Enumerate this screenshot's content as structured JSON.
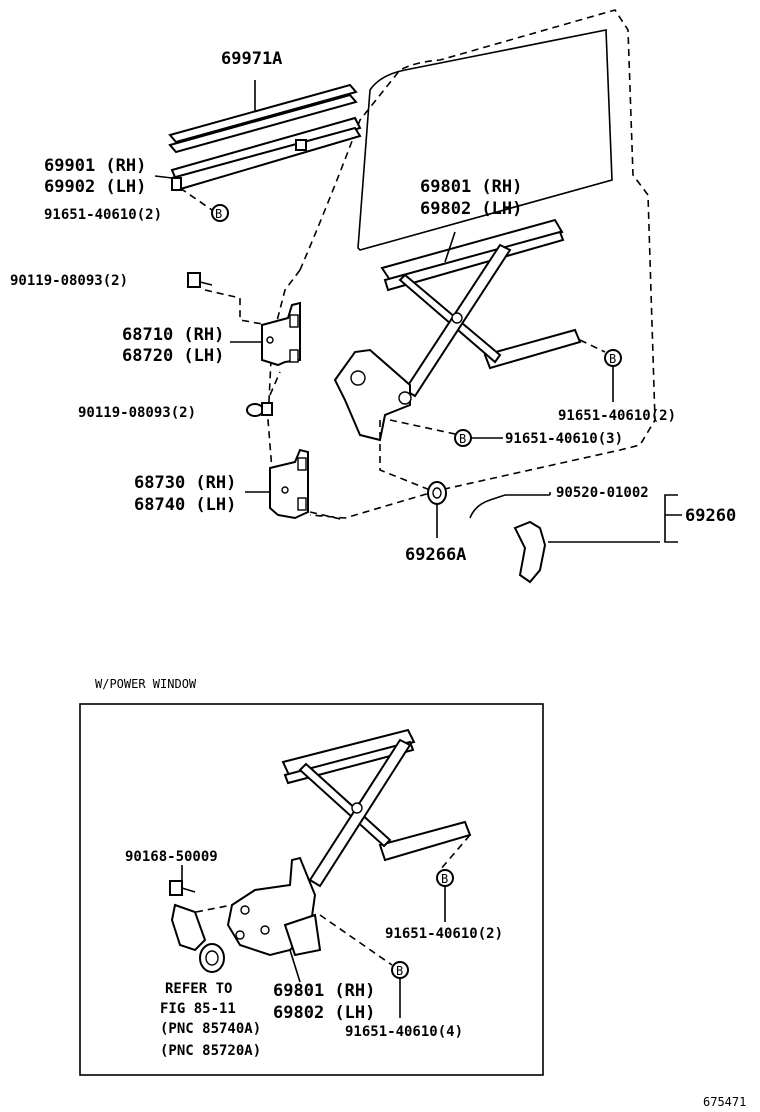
{
  "labels": {
    "p69971A": "69971A",
    "p69901": "69901 (RH)",
    "p69902": "69902 (LH)",
    "bolt_top": "91651-40610(2)",
    "screw1": "90119-08093(2)",
    "p68710": "68710 (RH)",
    "p68720": "68720 (LH)",
    "screw2": "90119-08093(2)",
    "p68730": "68730 (RH)",
    "p68740": "68740 (LH)",
    "p69801": "69801 (RH)",
    "p69802": "69802 (LH)",
    "bolt_r2": "91651-40610(2)",
    "bolt_r3": "91651-40610(3)",
    "clip": "90520-01002",
    "handle": "69260",
    "p69266A": "69266A",
    "section_title": "W/POWER WINDOW",
    "screw_motor": "90168-50009",
    "refer1": "REFER TO",
    "refer2": "FIG 85-11",
    "refer3": "(PNC 85740A)",
    "refer4": "(PNC 85720A)",
    "pw69801": "69801 (RH)",
    "pw69802": "69802 (LH)",
    "pw_bolt2": "91651-40610(2)",
    "pw_bolt4": "91651-40610(4)",
    "ref_code": "675471",
    "bolt_letter": "B"
  }
}
